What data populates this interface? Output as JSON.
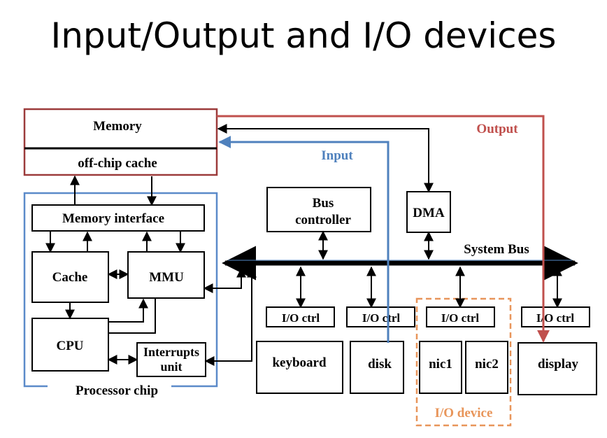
{
  "title": "Input/Output and I/O devices",
  "labels": {
    "memory": "Memory",
    "offchip_cache": "off-chip cache",
    "output": "Output",
    "input": "Input",
    "memory_interface": "Memory interface",
    "cache": "Cache",
    "mmu": "MMU",
    "cpu": "CPU",
    "interrupts_line1": "Interrupts",
    "interrupts_line2": "unit",
    "processor_chip": "Processor chip",
    "bus_controller_line1": "Bus",
    "bus_controller_line2": "controller",
    "dma": "DMA",
    "system_bus": "System Bus",
    "io_ctrl": "I/O ctrl",
    "keyboard": "keyboard",
    "disk": "disk",
    "nic1": "nic1",
    "nic2": "nic2",
    "display": "display",
    "io_device": "I/O device"
  },
  "colors": {
    "memory_border": "#9c3b3b",
    "output": "#c0504d",
    "input": "#4f81bd",
    "processor_chip_border": "#5b8ac9",
    "io_device": "#e8955a",
    "bus": "#000000"
  }
}
